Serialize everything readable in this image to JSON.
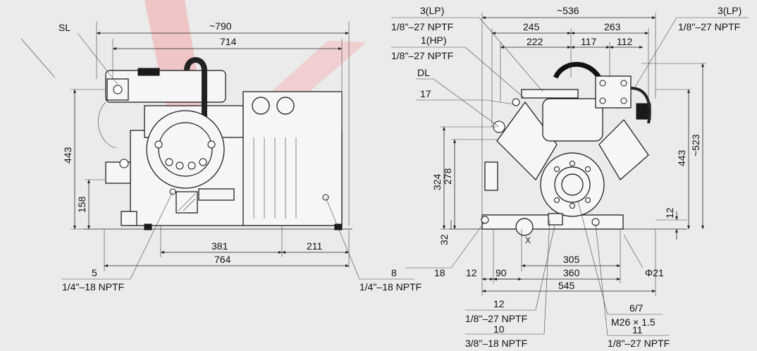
{
  "colors": {
    "background": "#ebebeb",
    "line": "#222222",
    "watermark": "#f2b8b8"
  },
  "left_view": {
    "labels": {
      "sl": "SL",
      "d790": "~790",
      "d714": "714",
      "d443": "443",
      "d158": "158",
      "d381": "381",
      "d211": "211",
      "d764": "764",
      "c5_num": "5",
      "c5_thread": "1/4\"–18 NPTF",
      "c8_num": "8",
      "c8_thread": "1/4\"–18 NPTF"
    }
  },
  "right_view": {
    "labels": {
      "lp_left_num": "3(LP)",
      "lp_left_thread": "1/8\"–27 NPTF",
      "hp_num": "1(HP)",
      "hp_thread": "1/8\"–27 NPTF",
      "dl": "DL",
      "c17": "17",
      "d536": "~536",
      "d245": "245",
      "d263": "263",
      "d222": "222",
      "d117": "117",
      "d112": "112",
      "lp_right_num": "3(LP)",
      "lp_right_thread": "1/8\"–27 NPTF",
      "d324": "324",
      "d278": "278",
      "d443": "443",
      "d523": "~523",
      "d12v": "12",
      "d32": "32",
      "x": "X",
      "c18": "18",
      "d12": "12",
      "d90": "90",
      "d305": "305",
      "d360": "360",
      "d545": "545",
      "phi21": "Φ21",
      "c12_num": "12",
      "c12_thread": "1/8\"–27 NPTF",
      "c10_num": "10",
      "c10_thread": "3/8\"–18 NPTF",
      "c67_num": "6/7",
      "c67_thread": "M26 × 1.5",
      "c11_num": "11",
      "c11_thread": "1/8\"–27 NPTF"
    }
  }
}
